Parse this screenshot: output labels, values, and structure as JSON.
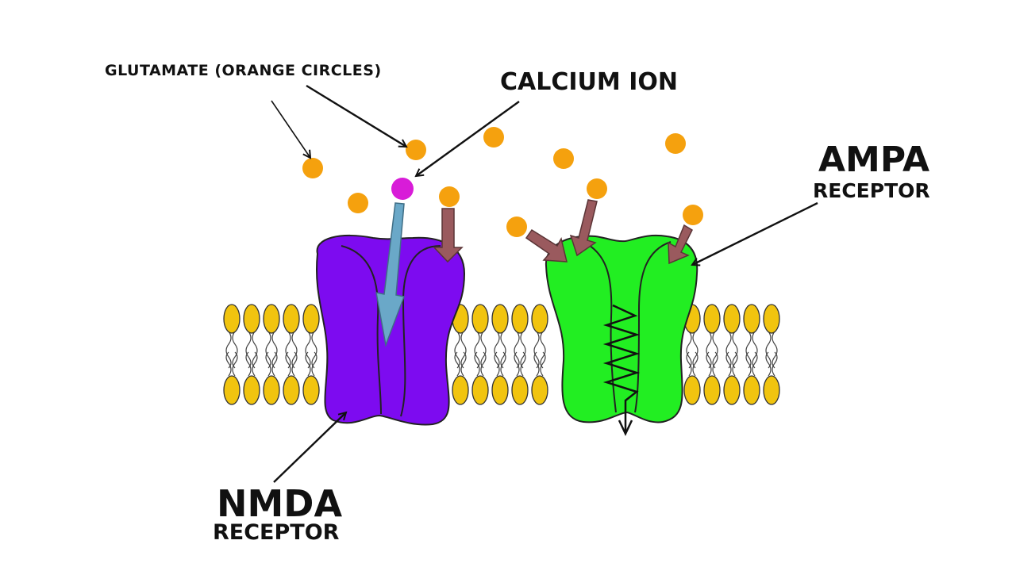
{
  "labels": {
    "glutamate": "GLUTAMATE (ORANGE CIRCLES)",
    "calcium": "CALCIUM ION",
    "ampa_title": "AMPA",
    "ampa_subtitle": "RECEPTOR",
    "nmda_title": "NMDA",
    "nmda_subtitle": "RECEPTOR"
  },
  "colors": {
    "glutamate": "#f5a10e",
    "calcium_ion": "#d81cd8",
    "nmda_receptor": "#7d0bf0",
    "ampa_receptor": "#22ee22",
    "lipid_head": "#f1c40f",
    "binding_arrow": "#9a5a5e",
    "calcium_arrow": "#6aa8c8",
    "outline": "#222222"
  }
}
